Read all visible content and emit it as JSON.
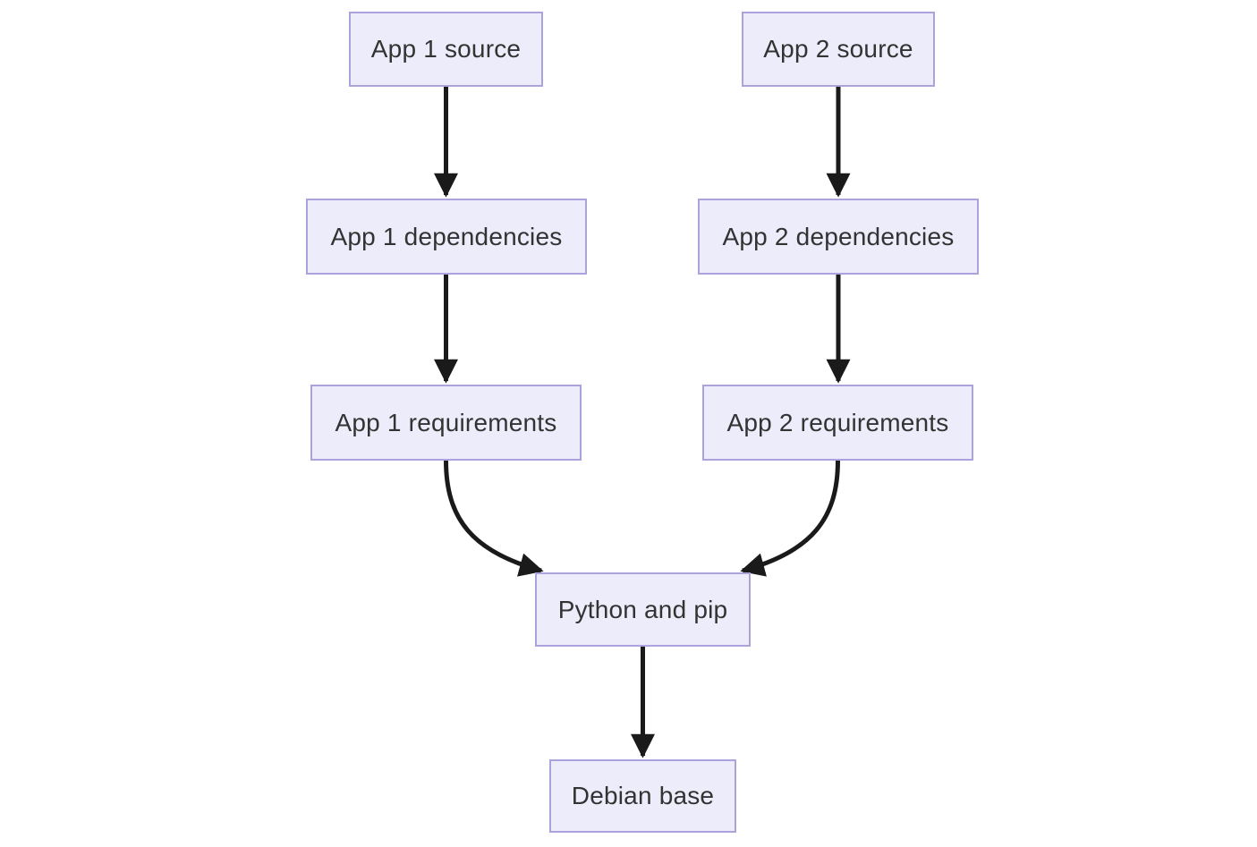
{
  "diagram": {
    "type": "flowchart",
    "direction": "top-down",
    "background_color": "#ffffff",
    "node_fill_color": "#ececfa",
    "node_border_color": "#aba3db",
    "edge_color": "#1a1a1a",
    "text_color": "#333333"
  },
  "nodes": {
    "app1_source": {
      "label": "App 1 source"
    },
    "app1_dependencies": {
      "label": "App 1 dependencies"
    },
    "app1_requirements": {
      "label": "App 1 requirements"
    },
    "app2_source": {
      "label": "App 2 source"
    },
    "app2_dependencies": {
      "label": "App 2 dependencies"
    },
    "app2_requirements": {
      "label": "App 2 requirements"
    },
    "python_pip": {
      "label": "Python and pip"
    },
    "debian_base": {
      "label": "Debian base"
    }
  },
  "edges": [
    {
      "from": "App 1 source",
      "to": "App 1 dependencies"
    },
    {
      "from": "App 1 dependencies",
      "to": "App 1 requirements"
    },
    {
      "from": "App 1 requirements",
      "to": "Python and pip"
    },
    {
      "from": "App 2 source",
      "to": "App 2 dependencies"
    },
    {
      "from": "App 2 dependencies",
      "to": "App 2 requirements"
    },
    {
      "from": "App 2 requirements",
      "to": "Python and pip"
    },
    {
      "from": "Python and pip",
      "to": "Debian base"
    }
  ]
}
